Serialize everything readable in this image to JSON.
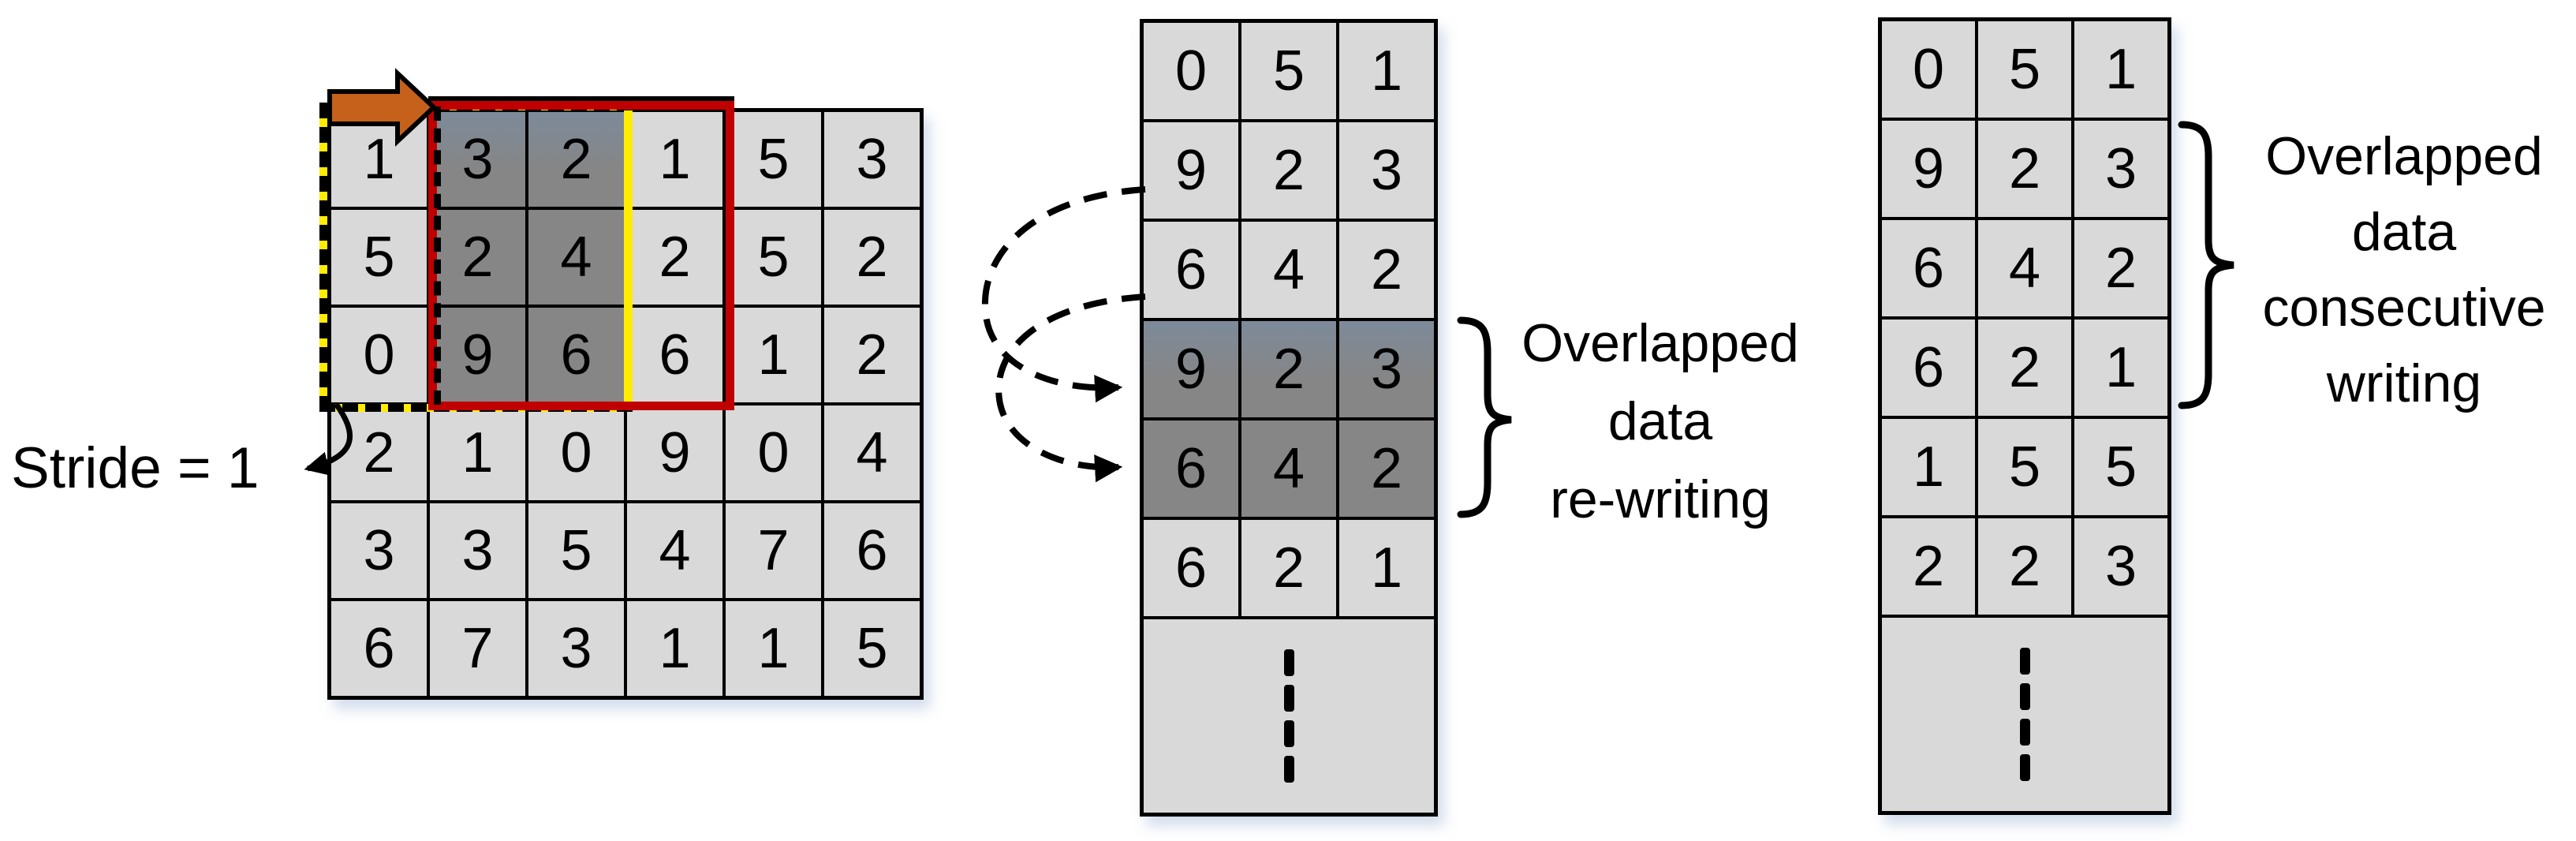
{
  "stride": {
    "label": "Stride = 1"
  },
  "input_grid": {
    "rows": [
      [
        1,
        3,
        2,
        1,
        5,
        3
      ],
      [
        5,
        2,
        4,
        2,
        5,
        2
      ],
      [
        0,
        9,
        6,
        6,
        1,
        2
      ],
      [
        2,
        1,
        0,
        9,
        0,
        4
      ],
      [
        3,
        3,
        5,
        4,
        7,
        6
      ],
      [
        6,
        7,
        3,
        1,
        1,
        5
      ]
    ],
    "shaded_rows": [
      0,
      1,
      2
    ],
    "shaded_cols": [
      1,
      2
    ],
    "ellipsis": false
  },
  "memory_rewrite": {
    "rows": [
      [
        0,
        5,
        1
      ],
      [
        9,
        2,
        3
      ],
      [
        6,
        4,
        2
      ],
      [
        9,
        2,
        3
      ],
      [
        6,
        4,
        2
      ],
      [
        6,
        2,
        1
      ]
    ],
    "shaded_rows": [
      3,
      4
    ],
    "ellipsis": true,
    "label_lines": [
      "Overlapped",
      "data",
      "re-writing"
    ]
  },
  "memory_consecutive": {
    "rows": [
      [
        0,
        5,
        1
      ],
      [
        9,
        2,
        3
      ],
      [
        6,
        4,
        2
      ],
      [
        6,
        2,
        1
      ],
      [
        1,
        5,
        5
      ],
      [
        2,
        2,
        3
      ]
    ],
    "shaded_rows": [],
    "ellipsis": true,
    "label_lines": [
      "Overlapped",
      "data",
      "consecutive",
      "writing"
    ]
  },
  "icons": {
    "slide_arrow": "orange block arrow pointing right",
    "stride_arrow": "curved black arrow pointing to stride label",
    "rewrite_arrows": "two dashed curved arrows looping to shaded memory rows",
    "brace": "curly brace grouping memory rows",
    "ellipsis": "vertical dotted continuation marks"
  },
  "colors": {
    "cell_light": "#D9D9D9",
    "cell_dark": "#868686",
    "dark_top": "#7D8A9A",
    "red_box": "#C00000",
    "yellow_box": "#FFEC00",
    "arrow_orange": "#C5611A",
    "ink": "#000000"
  }
}
